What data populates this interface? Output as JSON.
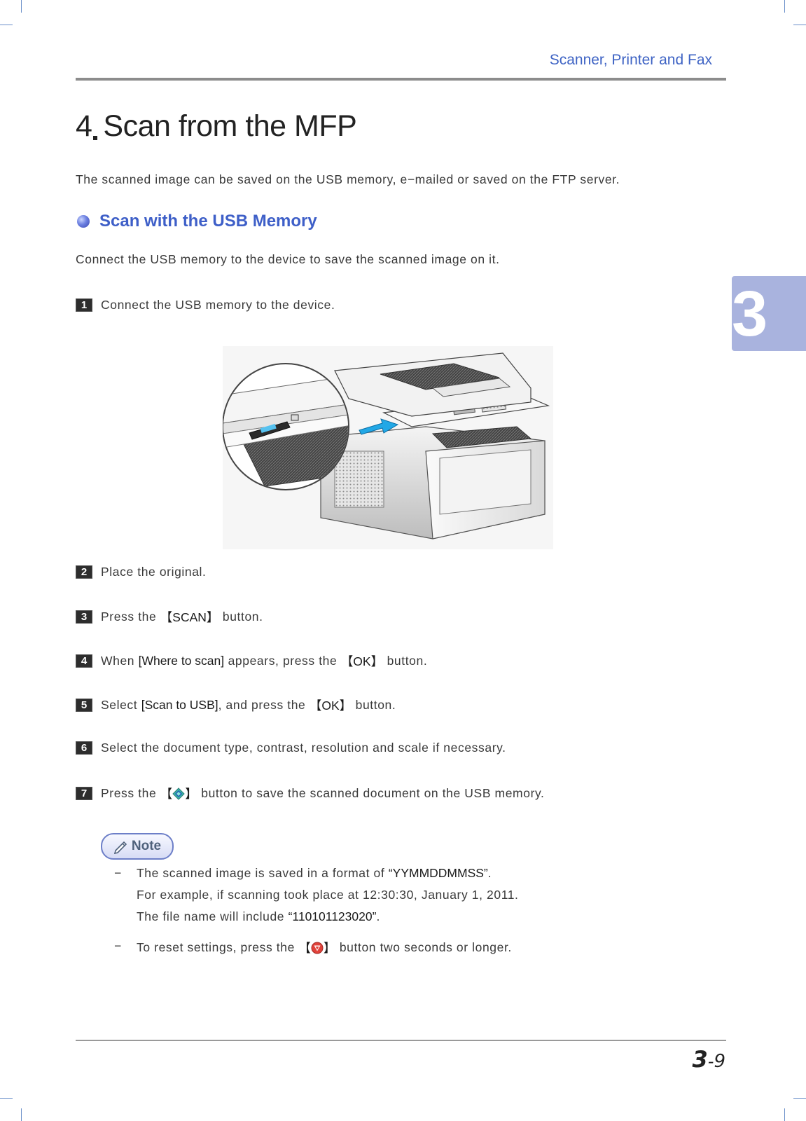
{
  "header": {
    "running_title": "Scanner, Printer and Fax"
  },
  "chapter_tab": "3",
  "title": {
    "number": "4",
    "text": "Scan from the MFP"
  },
  "intro": "The scanned image can be saved on the USB memory, e−mailed or saved on the FTP server.",
  "section": {
    "title": "Scan with the USB Memory",
    "description": "Connect the USB memory to the device to save the scanned image on it."
  },
  "steps": [
    {
      "num": "1",
      "text": "Connect the USB memory to the device."
    },
    {
      "num": "2",
      "text": "Place the original."
    },
    {
      "num": "3",
      "pre": "Press the ",
      "ui": "【SCAN】",
      "post": " button."
    },
    {
      "num": "4",
      "pre": "When ",
      "ui": "[Where to scan]",
      "mid": " appears, press the ",
      "ui2": "【OK】",
      "post": " button."
    },
    {
      "num": "5",
      "pre": "Select ",
      "ui": "[Scan to USB]",
      "mid": ", and press the ",
      "ui2": "【OK】",
      "post": " button."
    },
    {
      "num": "6",
      "text": "Select the document type, contrast, resolution and scale if necessary."
    },
    {
      "num": "7",
      "pre": "Press the ",
      "ui_open": "【",
      "ui_close": "】",
      "post": " button to save the scanned document on the USB memory.",
      "icon": "start-diamond-icon"
    }
  ],
  "note": {
    "label": "Note",
    "items": [
      {
        "dash": "−",
        "line1_pre": "The scanned image is saved in a format of ",
        "line1_value": "“YYMMDDMMSS”",
        "line1_post": ".",
        "line2": "For example, if scanning took place at 12:30:30, January 1, 2011.",
        "line3_pre": "The file name will include ",
        "line3_value": "“110101123020”",
        "line3_post": "."
      },
      {
        "dash": "−",
        "pre": "To reset settings, press the ",
        "ui_open": "【",
        "ui_close": "】",
        "post": " button two seconds or longer.",
        "icon": "stop-reset-icon"
      }
    ]
  },
  "footer": {
    "chapter": "3",
    "separator": "-",
    "page": "9"
  },
  "colors": {
    "accent": "#3e5fc8",
    "tab": "#a9b3de",
    "rule": "#8c8c8c"
  }
}
